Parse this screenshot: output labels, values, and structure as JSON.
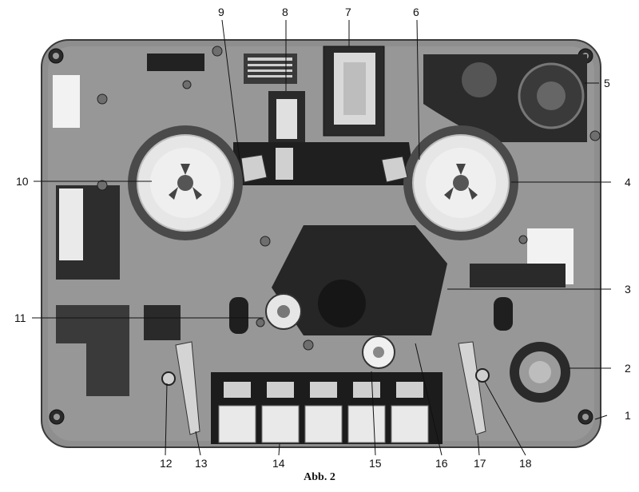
{
  "callouts": [
    {
      "id": "1",
      "label": "1"
    },
    {
      "id": "2",
      "label": "2"
    },
    {
      "id": "3",
      "label": "3"
    },
    {
      "id": "4",
      "label": "4"
    },
    {
      "id": "5",
      "label": "5"
    },
    {
      "id": "6",
      "label": "6"
    },
    {
      "id": "7",
      "label": "7"
    },
    {
      "id": "8",
      "label": "8"
    },
    {
      "id": "9",
      "label": "9"
    },
    {
      "id": "10",
      "label": "10"
    },
    {
      "id": "11",
      "label": "11"
    },
    {
      "id": "12",
      "label": "12"
    },
    {
      "id": "13",
      "label": "13"
    },
    {
      "id": "14",
      "label": "14"
    },
    {
      "id": "15",
      "label": "15"
    },
    {
      "id": "16",
      "label": "16"
    },
    {
      "id": "17",
      "label": "17"
    },
    {
      "id": "18",
      "label": "18"
    }
  ],
  "caption": "Abb. 2"
}
